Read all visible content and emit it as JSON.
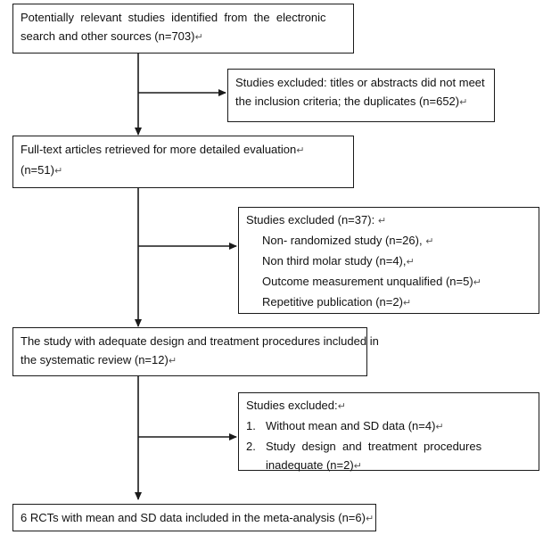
{
  "boxes": {
    "identified": {
      "line1": "Potentially  relevant  studies  identified  from  the  electronic",
      "line2": "search and other sources (n=703)",
      "mark": "↵"
    },
    "excluded1": {
      "line1": "Studies excluded: titles or abstracts did not meet",
      "line2": "the inclusion criteria; the duplicates (n=652)",
      "mark": "↵"
    },
    "fulltext": {
      "line1": "Full-text articles retrieved for more detailed evaluation",
      "line2": "(n=51)",
      "mark": "↵"
    },
    "excluded2": {
      "header": "Studies excluded (n=37):",
      "items": [
        "Non- randomized study (n=26),",
        "Non third molar study (n=4),",
        "Outcome measurement unqualified (n=5)",
        "Repetitive publication (n=2)"
      ],
      "mark": "↵"
    },
    "systematic": {
      "line1": "The study with adequate design and treatment procedures included in",
      "line2": "the systematic review (n=12)",
      "mark": "↵"
    },
    "excluded3": {
      "header": "Studies excluded:",
      "items": [
        {
          "num": "1.",
          "text": "Without mean and SD data (n=4)"
        },
        {
          "num": "2.",
          "text": "Study  design  and  treatment  procedures"
        }
      ],
      "continuation": "inadequate (n=2)",
      "mark": "↵"
    },
    "meta": {
      "line1": "6 RCTs with mean and SD data included in the meta-analysis (n=6)",
      "mark": "↵"
    }
  }
}
